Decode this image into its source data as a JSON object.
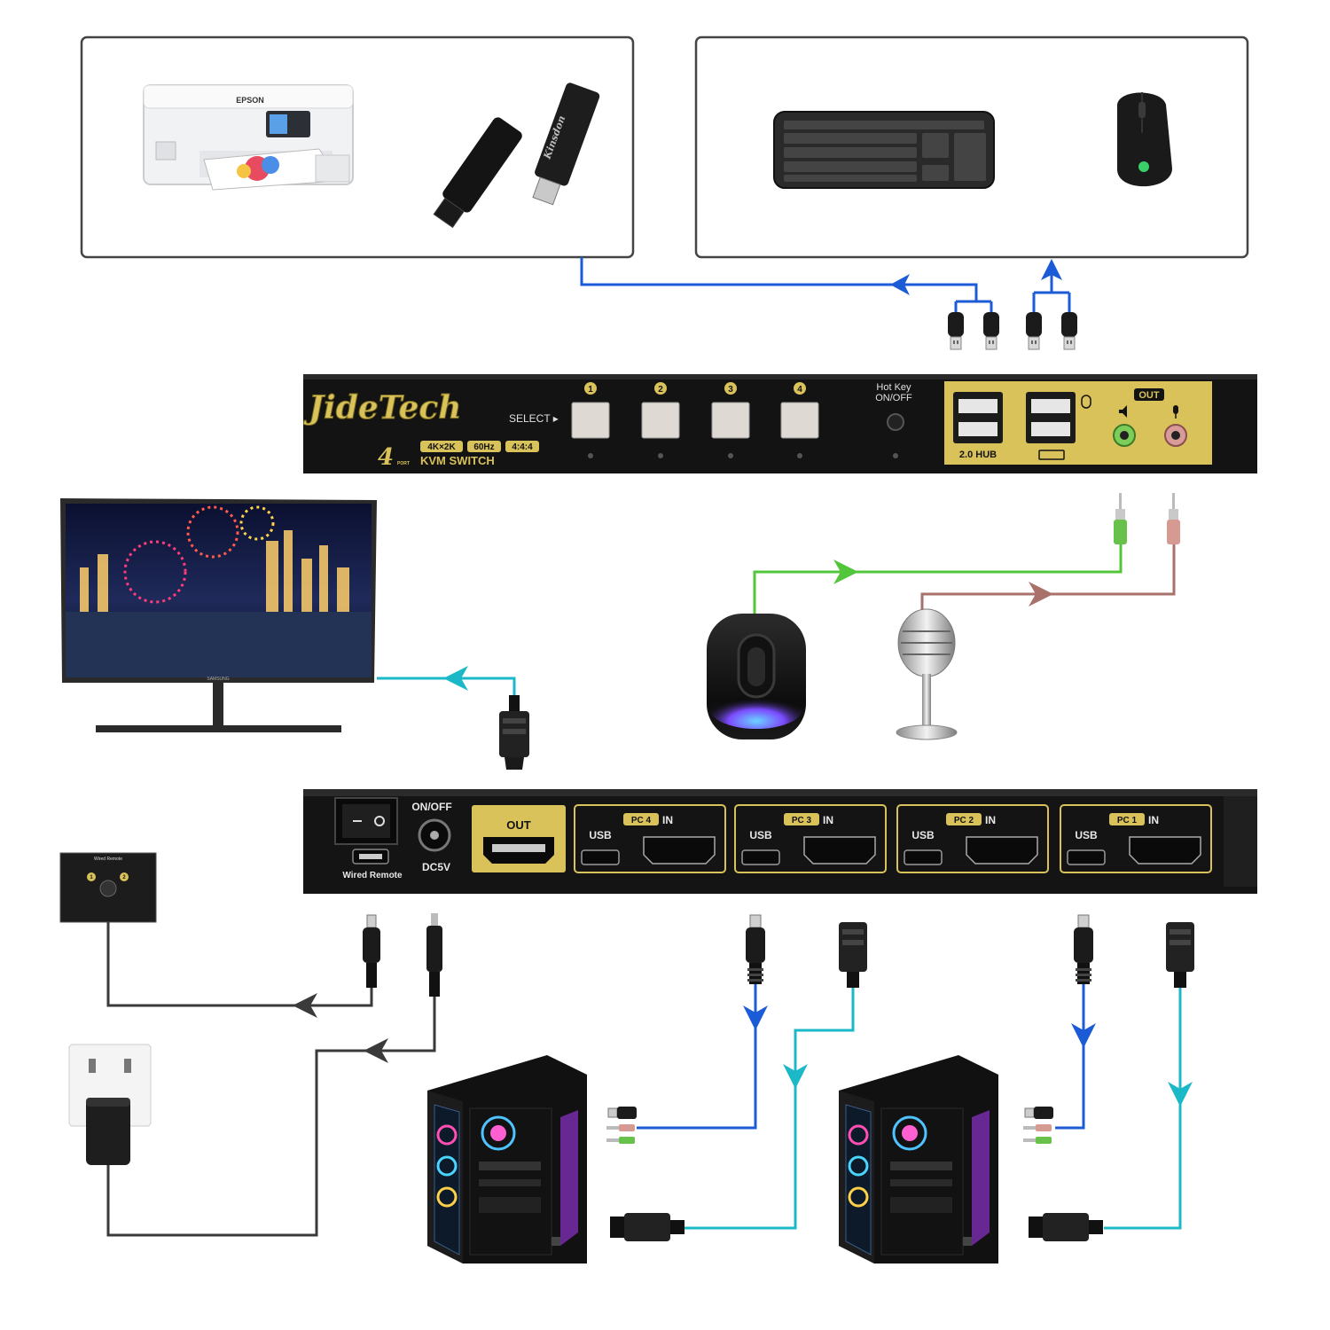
{
  "brand": "JideTech",
  "front_panel": {
    "port_count": "4",
    "port_word": "PORT",
    "badges": [
      "4K×2K",
      "60Hz",
      "4:4:4"
    ],
    "product": "KVM SWITCH",
    "select_label": "SELECT ▸",
    "port_numbers": [
      "1",
      "2",
      "3",
      "4"
    ],
    "hotkey_label_1": "Hot Key",
    "hotkey_label_2": "ON/OFF",
    "hub_label": "2.0 HUB",
    "out_label": "OUT"
  },
  "back_panel": {
    "power_label": "ON/OFF",
    "remote_label": "Wired Remote",
    "dc_label": "DC5V",
    "out_label": "OUT",
    "usb_label": "USB",
    "in_label": "IN",
    "pc_ports": [
      "PC 4",
      "PC 3",
      "PC 2",
      "PC 1"
    ]
  },
  "remote": {
    "title": "Wired Remote",
    "buttons": [
      "1",
      "2"
    ]
  },
  "devices": {
    "printer_brand": "EPSON",
    "usb_stick_brand": "Kinsdon",
    "monitor_brand": "SAMSUNG"
  },
  "colors": {
    "usb_line": "#1c5bd6",
    "hdmi_line": "#1bb8c8",
    "speaker_line": "#52c63a",
    "mic_line": "#a8716b",
    "power_line": "#3a3a3a",
    "gold": "#d9c25a",
    "panel": "#151515"
  }
}
